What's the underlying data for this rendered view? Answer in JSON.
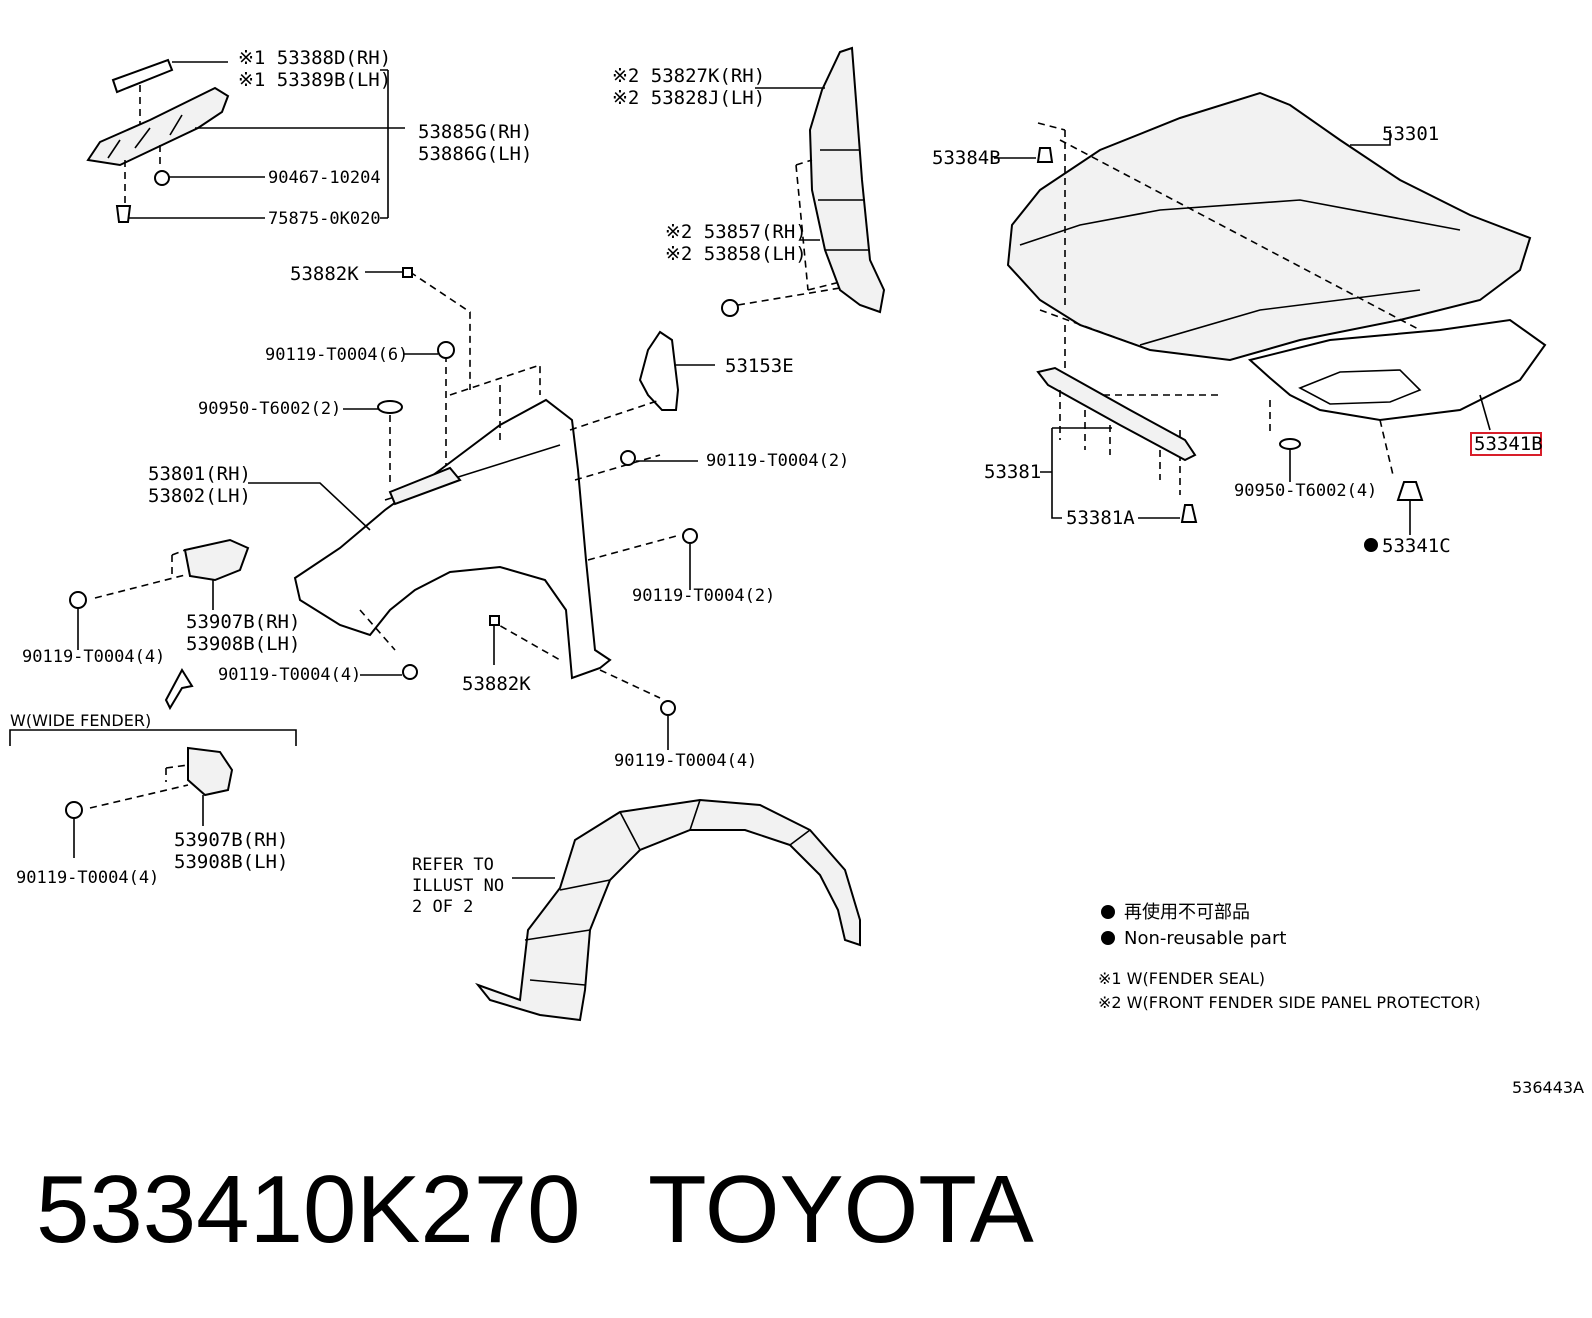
{
  "diagram": {
    "labels": {
      "l_53388d": "※1 53388D(RH)",
      "l_53389b": "※1 53389B(LH)",
      "l_53885g": "53885G(RH)",
      "l_53886g": "53886G(LH)",
      "l_90467": "90467-10204",
      "l_75875": "75875-0K020",
      "l_53827k": "※2 53827K(RH)",
      "l_53828j": "※2 53828J(LH)",
      "l_53857": "※2 53857(RH)",
      "l_53858": "※2 53858(LH)",
      "l_53882k_top": "53882K",
      "l_90119_6": "90119-T0004(6)",
      "l_90950_2": "90950-T6002(2)",
      "l_53153e": "53153E",
      "l_90119_2a": "90119-T0004(2)",
      "l_53801": "53801(RH)",
      "l_53802": "53802(LH)",
      "l_90119_2b": "90119-T0004(2)",
      "l_53907b_1": "53907B(RH)",
      "l_53908b_1": "53908B(LH)",
      "l_90119_4a": "90119-T0004(4)",
      "l_90119_4b": "90119-T0004(4)",
      "l_53882k_bot": "53882K",
      "l_90119_4c": "90119-T0004(4)",
      "l_wide": "W(WIDE FENDER)",
      "l_53907b_2": "53907B(RH)",
      "l_53908b_2": "53908B(LH)",
      "l_90119_4d": "90119-T0004(4)",
      "l_refer1": "REFER TO",
      "l_refer2": "ILLUST NO",
      "l_refer3": "2 OF 2",
      "l_53384b": "53384B",
      "l_53301": "53301",
      "l_53341b": "53341B",
      "l_53381": "53381",
      "l_90950_4": "90950-T6002(4)",
      "l_53381a": "53381A",
      "l_53341c": "53341C"
    },
    "legend": {
      "cn": "再使用不可部品",
      "en": "Non-reusable part",
      "note1": "※1 W(FENDER SEAL)",
      "note2": "※2 W(FRONT FENDER SIDE PANEL PROTECTOR)"
    },
    "ref_code": "536443A",
    "part_number": "533410K270",
    "brand": "TOYOTA"
  }
}
